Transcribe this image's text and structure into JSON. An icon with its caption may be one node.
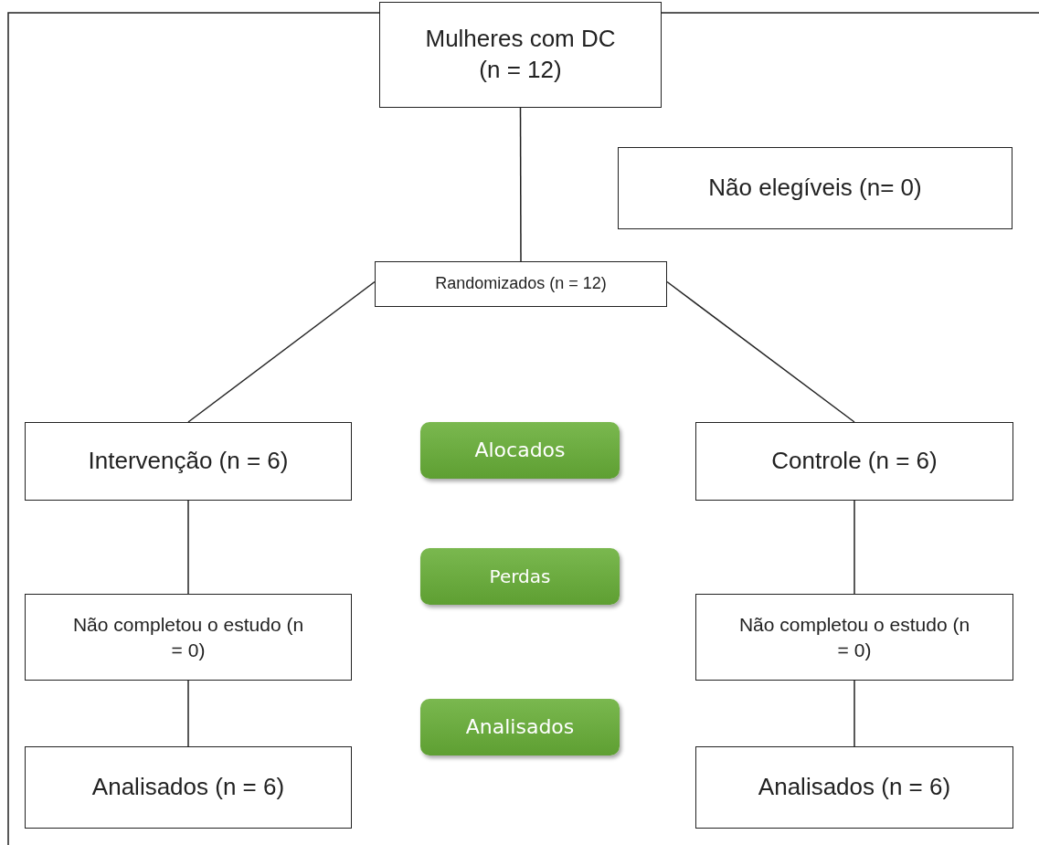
{
  "diagram": {
    "nodes": [
      {
        "text": [
          "Mulheres com DC (n = 12)"
        ]
      },
      {
        "text": [
          "Não elegíveis (n= 0)"
        ]
      },
      {
        "text": [
          "Randomizados (n = 12)"
        ]
      },
      {
        "text": [
          "Intervenção (n = 6)"
        ]
      },
      {
        "text": [
          "Alocados"
        ]
      },
      {
        "text": [
          "Controle (n = 6)"
        ]
      },
      {
        "text": [
          "Perdas"
        ]
      },
      {
        "text": [
          "Não completou o estudo (n = 0)"
        ]
      },
      {
        "text": [
          "Não completou o estudo (n = 0)"
        ]
      },
      {
        "text": [
          "Analisados"
        ]
      },
      {
        "text": [
          "Analisados (n = 6)"
        ]
      },
      {
        "text": [
          "Analisados (n = 6)"
        ]
      }
    ],
    "edges": [
      {
        "from": 0,
        "to": 2,
        "arrow": "none"
      },
      {
        "from": 2,
        "to": 3,
        "arrow": "none"
      },
      {
        "from": 2,
        "to": 5,
        "arrow": "none"
      },
      {
        "from": 3,
        "to": 7,
        "arrow": "none"
      },
      {
        "from": 7,
        "to": 10,
        "arrow": "none"
      },
      {
        "from": 5,
        "to": 8,
        "arrow": "none"
      },
      {
        "from": 8,
        "to": 11,
        "arrow": "none"
      }
    ]
  }
}
